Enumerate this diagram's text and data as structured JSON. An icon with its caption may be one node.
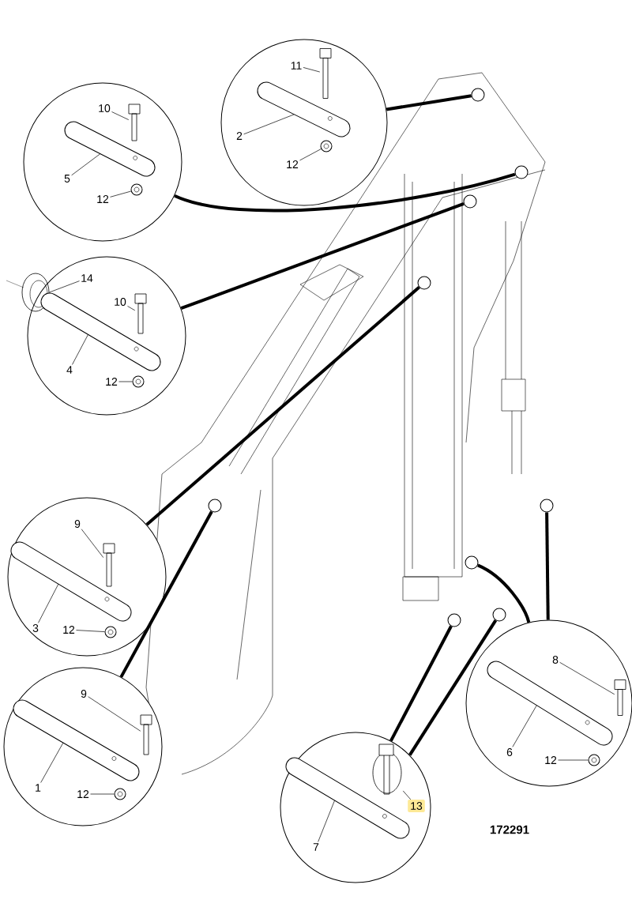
{
  "diagram": {
    "nodes": [
      {
        "text": [],
        "shape": "circle"
      },
      {
        "text": [
          "11"
        ],
        "in": 0
      },
      {
        "text": [
          "2"
        ],
        "in": 0
      },
      {
        "text": [
          "12"
        ],
        "in": 0
      },
      {
        "text": [],
        "shape": "circle"
      },
      {
        "text": [
          "10"
        ],
        "in": 4
      },
      {
        "text": [
          "5"
        ],
        "in": 4
      },
      {
        "text": [
          "12"
        ],
        "in": 4
      },
      {
        "text": [],
        "shape": "circle"
      },
      {
        "text": [
          "14"
        ],
        "in": 8
      },
      {
        "text": [
          "10"
        ],
        "in": 8
      },
      {
        "text": [
          "4"
        ],
        "in": 8
      },
      {
        "text": [
          "12"
        ],
        "in": 8
      },
      {
        "text": [],
        "shape": "circle"
      },
      {
        "text": [
          "9"
        ],
        "in": 13
      },
      {
        "text": [
          "3"
        ],
        "in": 13
      },
      {
        "text": [
          "12"
        ],
        "in": 13
      },
      {
        "text": [],
        "shape": "circle"
      },
      {
        "text": [
          "9"
        ],
        "in": 17
      },
      {
        "text": [
          "1"
        ],
        "in": 17
      },
      {
        "text": [
          "12"
        ],
        "in": 17
      },
      {
        "text": [],
        "shape": "circle"
      },
      {
        "text": [
          "8"
        ],
        "in": 21
      },
      {
        "text": [
          "6"
        ],
        "in": 21
      },
      {
        "text": [
          "12"
        ],
        "in": 21
      },
      {
        "text": [],
        "shape": "circle"
      },
      {
        "text": [
          "13"
        ],
        "in": 25
      },
      {
        "text": [
          "7"
        ],
        "in": 25
      },
      {
        "text": [],
        "shape": "circle"
      },
      {
        "text": [],
        "shape": "circle"
      },
      {
        "text": [],
        "shape": "circle"
      },
      {
        "text": [],
        "shape": "circle"
      },
      {
        "text": [],
        "shape": "circle"
      },
      {
        "text": [],
        "shape": "circle"
      },
      {
        "text": [],
        "shape": "circle"
      },
      {
        "text": [],
        "shape": "circle"
      },
      {
        "text": [],
        "shape": "circle"
      },
      {
        "text": [],
        "shape": "pin",
        "in": 0
      },
      {
        "text": [],
        "shape": "bolt",
        "in": 0
      },
      {
        "text": [],
        "shape": "nut",
        "in": 0
      },
      {
        "text": [],
        "shape": "pin",
        "in": 4
      },
      {
        "text": [],
        "shape": "bolt",
        "in": 4
      },
      {
        "text": [],
        "shape": "nut",
        "in": 4
      },
      {
        "text": [],
        "shape": "washer"
      },
      {
        "text": [],
        "shape": "pin",
        "in": 8
      },
      {
        "text": [],
        "shape": "bolt",
        "in": 8
      },
      {
        "text": [],
        "shape": "nut",
        "in": 8
      },
      {
        "text": [],
        "shape": "pin",
        "in": 13
      },
      {
        "text": [],
        "shape": "bolt",
        "in": 13
      },
      {
        "text": [],
        "shape": "nut",
        "in": 13
      },
      {
        "text": [],
        "shape": "pin",
        "in": 17
      },
      {
        "text": [],
        "shape": "bolt",
        "in": 17
      },
      {
        "text": [],
        "shape": "nut",
        "in": 17
      },
      {
        "text": [],
        "shape": "pin",
        "in": 21
      },
      {
        "text": [],
        "shape": "bolt",
        "in": 21
      },
      {
        "text": [],
        "shape": "nut",
        "in": 21
      },
      {
        "text": [],
        "shape": "clip",
        "in": 25
      },
      {
        "text": [],
        "shape": "pin",
        "in": 25
      }
    ],
    "edges": [
      {
        "from": 0,
        "to": 28,
        "arrow": "none",
        "style": "thick"
      },
      {
        "from": 4,
        "to": 29,
        "arrow": "none",
        "style": "thick"
      },
      {
        "from": 8,
        "to": 30,
        "arrow": "none",
        "style": "thick"
      },
      {
        "from": 13,
        "to": 31,
        "arrow": "none",
        "style": "thick"
      },
      {
        "from": 17,
        "to": 32,
        "arrow": "none",
        "style": "thick"
      },
      {
        "from": 21,
        "to": 33,
        "arrow": "none",
        "style": "thick"
      },
      {
        "from": 21,
        "to": 34,
        "arrow": "none",
        "style": "thick"
      },
      {
        "from": 25,
        "to": 35,
        "arrow": "none",
        "style": "thick"
      },
      {
        "from": 25,
        "to": 36,
        "arrow": "none",
        "style": "thick"
      },
      {
        "from": 1,
        "to": 38,
        "arrow": "none"
      },
      {
        "from": 2,
        "to": 37,
        "arrow": "none"
      },
      {
        "from": 3,
        "to": 39,
        "arrow": "none"
      },
      {
        "from": 5,
        "to": 41,
        "arrow": "none"
      },
      {
        "from": 6,
        "to": 40,
        "arrow": "none"
      },
      {
        "from": 7,
        "to": 42,
        "arrow": "none"
      },
      {
        "from": 9,
        "to": 43,
        "arrow": "none"
      },
      {
        "from": 10,
        "to": 45,
        "arrow": "none"
      },
      {
        "from": 11,
        "to": 44,
        "arrow": "none"
      },
      {
        "from": 12,
        "to": 46,
        "arrow": "none"
      },
      {
        "from": 14,
        "to": 48,
        "arrow": "none"
      },
      {
        "from": 15,
        "to": 47,
        "arrow": "none"
      },
      {
        "from": 16,
        "to": 49,
        "arrow": "none"
      },
      {
        "from": 18,
        "to": 51,
        "arrow": "none"
      },
      {
        "from": 19,
        "to": 50,
        "arrow": "none"
      },
      {
        "from": 20,
        "to": 52,
        "arrow": "none"
      },
      {
        "from": 22,
        "to": 54,
        "arrow": "none"
      },
      {
        "from": 23,
        "to": 53,
        "arrow": "none"
      },
      {
        "from": 24,
        "to": 55,
        "arrow": "none"
      },
      {
        "from": 26,
        "to": 56,
        "arrow": "none"
      },
      {
        "from": 27,
        "to": 57,
        "arrow": "none"
      }
    ],
    "labels": [
      "172291"
    ]
  }
}
